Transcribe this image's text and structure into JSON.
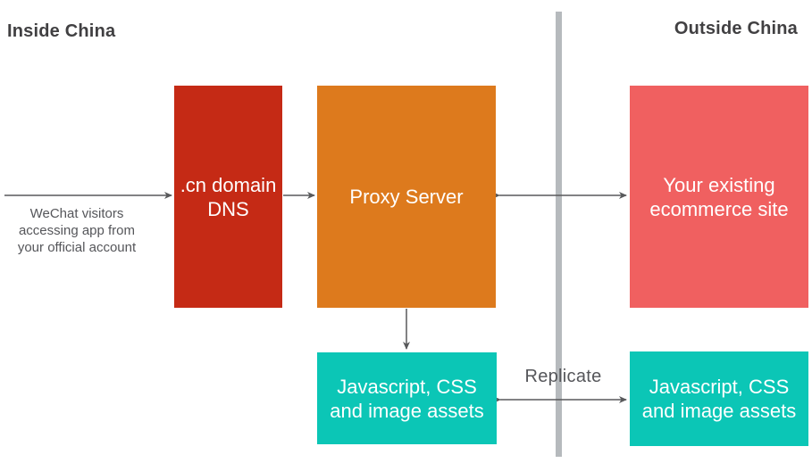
{
  "headers": {
    "inside": "Inside China",
    "outside": "Outside China"
  },
  "boxes": {
    "dns": {
      "lines": [
        ".cn domain",
        "DNS"
      ],
      "color": "#c52a15"
    },
    "proxy": {
      "lines": [
        "Proxy Server"
      ],
      "color": "#dd7a1d"
    },
    "ecommerce": {
      "lines": [
        "Your existing",
        "ecommerce site"
      ],
      "color": "#f06060"
    },
    "assets_inside": {
      "lines": [
        "Javascript, CSS",
        "and image assets"
      ],
      "color": "#0bc6b6"
    },
    "assets_outside": {
      "lines": [
        "Javascript, CSS",
        "and image assets"
      ],
      "color": "#0bc6b6"
    }
  },
  "annotations": {
    "visitors": {
      "lines": [
        "WeChat visitors",
        "accessing app from",
        "your official account"
      ]
    },
    "replicate": "Replicate"
  },
  "colors": {
    "arrow": "#58595b",
    "divider": "#b6babd",
    "heading_text": "#414042",
    "annotation_text": "#55565a",
    "box_text": "#ffffff"
  }
}
